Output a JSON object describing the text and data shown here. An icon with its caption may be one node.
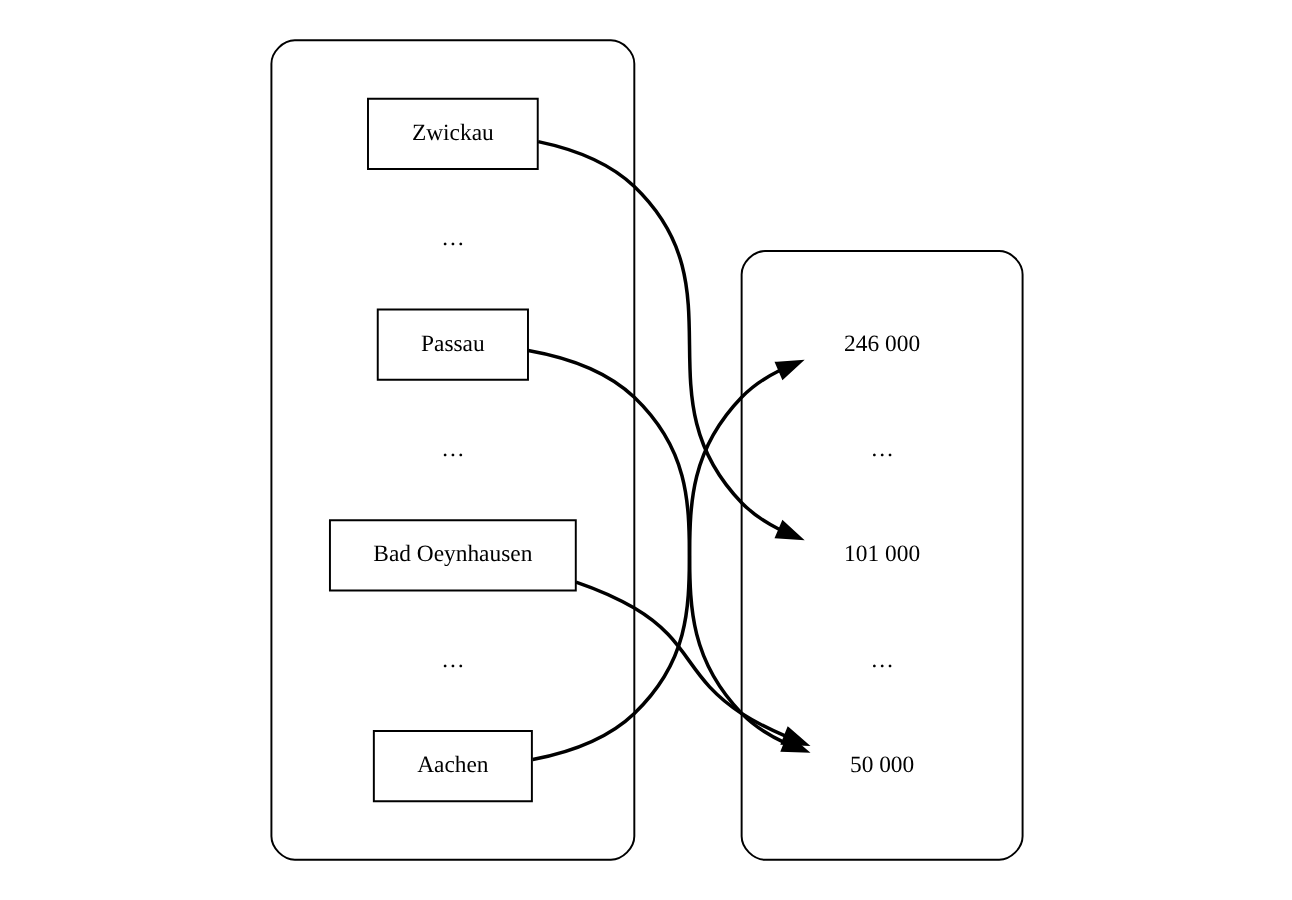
{
  "diagram": {
    "nodes": [
      {
        "text": [],
        "shape": "ellipse"
      },
      {
        "text": [
          "Aachen"
        ],
        "in": 0
      },
      {
        "text": [
          "Bad Oeynhausen"
        ],
        "in": 0
      },
      {
        "text": [
          "Passau"
        ],
        "in": 0
      },
      {
        "text": [
          "Zwickau"
        ],
        "in": 0
      },
      {
        "text": [],
        "shape": "ellipse"
      },
      {
        "text": [
          "50 000"
        ],
        "in": 5
      },
      {
        "text": [
          "101 000"
        ],
        "in": 5
      },
      {
        "text": [
          "246 000"
        ],
        "in": 5
      }
    ],
    "edges": [
      {
        "from": 1,
        "to": 8,
        "arrow": "to"
      },
      {
        "from": 2,
        "to": 6,
        "arrow": "to"
      },
      {
        "from": 3,
        "to": 6,
        "arrow": "to"
      },
      {
        "from": 4,
        "to": 7,
        "arrow": "to"
      }
    ],
    "labels": [
      "…",
      "…",
      "…",
      "…",
      "…"
    ]
  }
}
